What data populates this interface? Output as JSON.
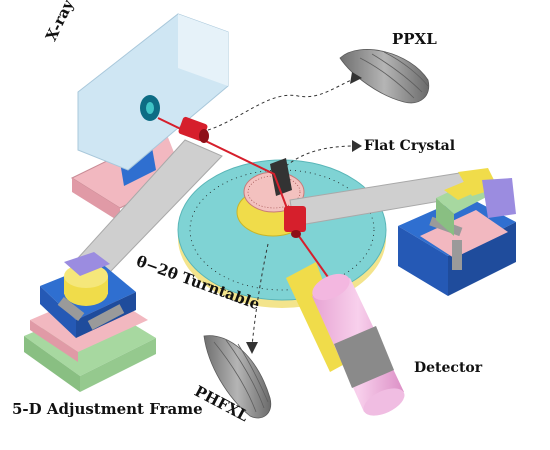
{
  "labels": {
    "xray_tube": "X-ray Tube",
    "ppxl": "PPXL",
    "flat_crystal": "Flat Crystal",
    "turntable": "θ−2θ Turntable",
    "detector": "Detector",
    "phfxl": "PHFXL",
    "adjustment_frame": "5-D Adjustment Frame"
  },
  "colors": {
    "xray_tube": "#cfe6f3",
    "beam": "#d61f2c",
    "turntable_top": "#7fd3d4",
    "turntable_rim": "#f3e48c",
    "arm": "#c9c9c9",
    "frame_blue": "#2f6fd0",
    "frame_purple": "#9b8ce0",
    "frame_pink": "#f2b8c0",
    "frame_green": "#a7d8a0",
    "frame_yellow": "#f0dc4a",
    "detector_pink": "#f3b7e0",
    "detector_collar": "#9a9a9a",
    "lens_gray": "#8d8d8d",
    "crystal": "#333333"
  }
}
